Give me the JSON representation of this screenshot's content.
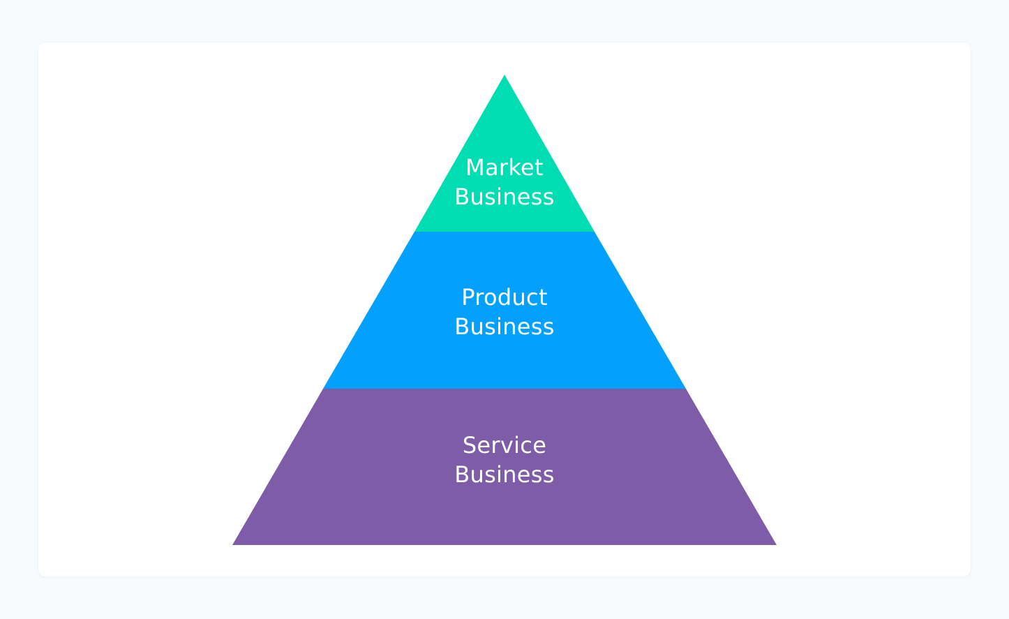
{
  "pyramid": {
    "tiers": [
      {
        "line1": "Market",
        "line2": "Business",
        "color": "#00DDB3"
      },
      {
        "line1": "Product",
        "line2": "Business",
        "color": "#03A1FD"
      },
      {
        "line1": "Service",
        "line2": "Business",
        "color": "#7E5CA8"
      }
    ]
  }
}
